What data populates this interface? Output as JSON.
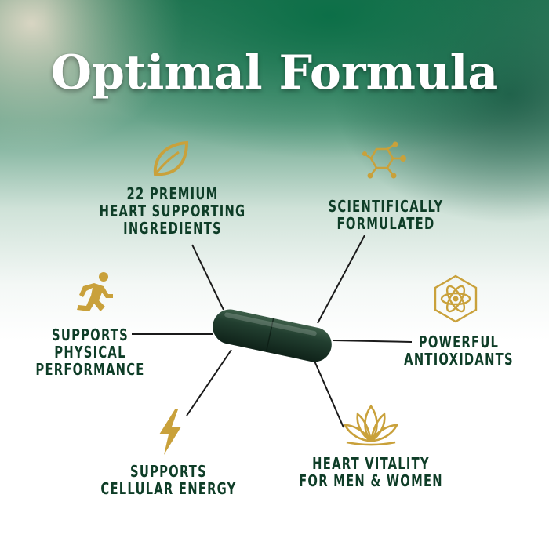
{
  "title": "Optimal Formula",
  "colors": {
    "text": "#0e3d27",
    "gold": "#c9a13b",
    "capsule": "#1c3a2a",
    "line": "#1a1a1a"
  },
  "features": {
    "premium": {
      "lines": [
        "22 PREMIUM",
        "HEART SUPPORTING",
        "INGREDIENTS"
      ],
      "icon": "leaf-icon"
    },
    "scientific": {
      "lines": [
        "SCIENTIFICALLY",
        "FORMULATED"
      ],
      "icon": "molecule-icon"
    },
    "physical": {
      "lines": [
        "SUPPORTS",
        "PHYSICAL",
        "PERFORMANCE"
      ],
      "icon": "running-person-icon"
    },
    "antioxidants": {
      "lines": [
        "POWERFUL",
        "ANTIOXIDANTS"
      ],
      "icon": "atom-hexagon-icon"
    },
    "energy": {
      "lines": [
        "SUPPORTS",
        "CELLULAR ENERGY"
      ],
      "icon": "lightning-bolt-icon"
    },
    "vitality": {
      "lines": [
        "HEART VITALITY",
        "FOR MEN & WOMEN"
      ],
      "icon": "lotus-icon"
    }
  }
}
